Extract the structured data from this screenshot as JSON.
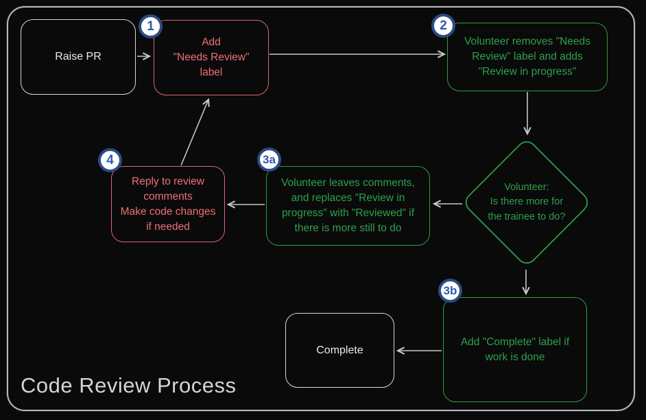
{
  "title": "Code Review Process",
  "colors": {
    "background": "#0a0a0a",
    "frame_border": "#b9bcbf",
    "red_accent": "#ef6f74",
    "green_accent": "#2e9e47",
    "neutral_text": "#ececec",
    "badge_border": "#2b4c84",
    "badge_text": "#2d5ba8",
    "badge_fill": "#ffffff",
    "arrow": "#c9c9c9",
    "title_text": "#d4d4d4"
  },
  "nodes": {
    "raise_pr": {
      "label": "Raise PR"
    },
    "step1": {
      "badge": "1",
      "label": "Add\n\"Needs Review\"\nlabel"
    },
    "step2": {
      "badge": "2",
      "label": "Volunteer removes \"Needs\nReview\" label and adds\n\"Review in progress\""
    },
    "decision": {
      "label": "Volunteer:\nIs there more for\nthe trainee to do?"
    },
    "step3a": {
      "badge": "3a",
      "label": "Volunteer leaves comments,\nand replaces \"Review in\nprogress\" with \"Reviewed\" if\nthere is more still to do"
    },
    "step4": {
      "badge": "4",
      "label": "Reply to review\ncomments\nMake code changes\nif needed"
    },
    "step3b": {
      "badge": "3b",
      "label": "Add \"Complete\" label if\nwork is done"
    },
    "complete": {
      "label": "Complete"
    }
  },
  "edges": [
    {
      "from": "raise_pr",
      "to": "step1"
    },
    {
      "from": "step1",
      "to": "step2"
    },
    {
      "from": "step2",
      "to": "decision"
    },
    {
      "from": "decision",
      "to": "step3a"
    },
    {
      "from": "step3a",
      "to": "step4"
    },
    {
      "from": "step4",
      "to": "step1"
    },
    {
      "from": "decision",
      "to": "step3b"
    },
    {
      "from": "step3b",
      "to": "complete"
    }
  ]
}
